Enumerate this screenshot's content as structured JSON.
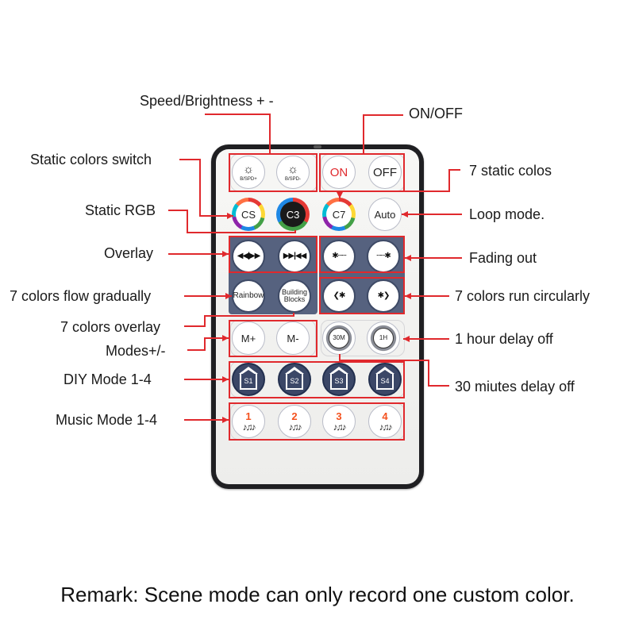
{
  "labels": {
    "speed_brightness": "Speed/Brightness + -",
    "on_off": "ON/OFF",
    "static_colors_switch": "Static colors switch",
    "seven_static_colos": "7 static colos",
    "static_rgb": "Static RGB",
    "loop_mode": "Loop mode.",
    "overlay": "Overlay",
    "fading_out": "Fading out",
    "seven_colors_flow": "7 colors flow gradually",
    "seven_colors_run": "7 colors run circularly",
    "seven_colors_overlay": "7 colors overlay",
    "one_hour_delay": "1 hour delay off",
    "modes": "Modes+/-",
    "diy_mode": "DIY Mode 1-4",
    "thirty_min_delay": "30 miutes delay off",
    "music_mode": "Music Mode 1-4"
  },
  "remark": "Remark: Scene mode can only record one custom color.",
  "buttons": {
    "speed_plus": {
      "symbol": "☼",
      "sub": "B/SPD+"
    },
    "speed_minus": {
      "symbol": "☼",
      "sub": "B/SPD-"
    },
    "on": "ON",
    "off": "OFF",
    "cs": "CS",
    "c3": "C3",
    "c7": "C7",
    "auto": "Auto",
    "overlay_1": "◀◀|▶▶",
    "overlay_2": "▶▶|◀◀",
    "fade_1": "✱┄┄",
    "fade_2": "┄┄✱",
    "rainbow": "Rainbow",
    "building_blocks_1": "Building",
    "building_blocks_2": "Blocks",
    "run_1": "❮✱",
    "run_2": "✱❯",
    "m_plus": "M+",
    "m_minus": "M-",
    "timer_30": "30M",
    "timer_1h": "1H",
    "diy": [
      "S1",
      "S2",
      "S3",
      "S4"
    ],
    "music": [
      "1",
      "2",
      "3",
      "4"
    ],
    "music_notes": "♪♫♪"
  },
  "colors": {
    "callout": "#e0292d",
    "panel_dark": "#56627f",
    "diy_button": "#3b4767",
    "remote_body": "#1f1f22"
  }
}
